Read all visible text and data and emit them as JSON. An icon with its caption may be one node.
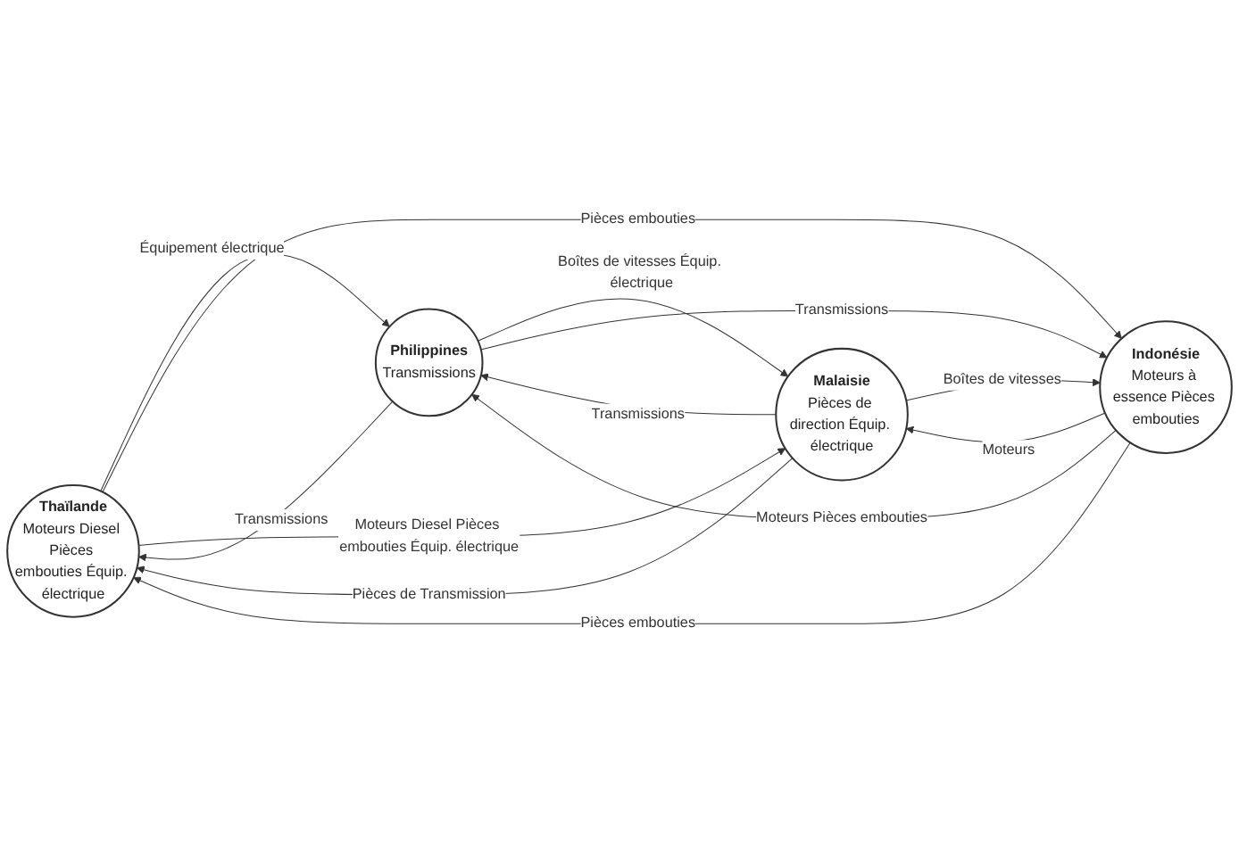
{
  "diagram": {
    "nodes": [
      {
        "text": [
          "Thaïlande",
          "Moteurs Diesel Pièces embouties Équip. électrique"
        ]
      },
      {
        "text": [
          "Philippines",
          "Transmissions"
        ]
      },
      {
        "text": [
          "Malaisie",
          "Pièces de direction Équip. électrique"
        ]
      },
      {
        "text": [
          "Indonésie",
          "Moteurs à essence Pièces embouties"
        ]
      }
    ],
    "edges": [
      {
        "from": 0,
        "to": 1,
        "label": "Équipement électrique",
        "arrow": "to"
      },
      {
        "from": 1,
        "to": 0,
        "label": "Transmissions",
        "arrow": "to"
      },
      {
        "from": 0,
        "to": 3,
        "label": "Pièces embouties",
        "arrow": "to"
      },
      {
        "from": 1,
        "to": 2,
        "label": "Boîtes de vitesses Équip. électrique",
        "arrow": "to"
      },
      {
        "from": 2,
        "to": 0,
        "label": "Pièces de Transmission",
        "arrow": "to"
      },
      {
        "from": 0,
        "to": 2,
        "label": "Moteurs Diesel Pièces embouties Équip. électrique",
        "arrow": "to"
      },
      {
        "from": 2,
        "to": 1,
        "label": "Transmissions",
        "arrow": "to"
      },
      {
        "from": 3,
        "to": 0,
        "label": "Pièces embouties",
        "arrow": "to"
      },
      {
        "from": 1,
        "to": 3,
        "label": "Transmissions",
        "arrow": "to"
      },
      {
        "from": 3,
        "to": 1,
        "label": "Moteurs Pièces embouties",
        "arrow": "to"
      },
      {
        "from": 2,
        "to": 3,
        "label": "Boîtes de vitesses",
        "arrow": "to"
      },
      {
        "from": 3,
        "to": 2,
        "label": "Moteurs",
        "arrow": "to"
      }
    ]
  }
}
